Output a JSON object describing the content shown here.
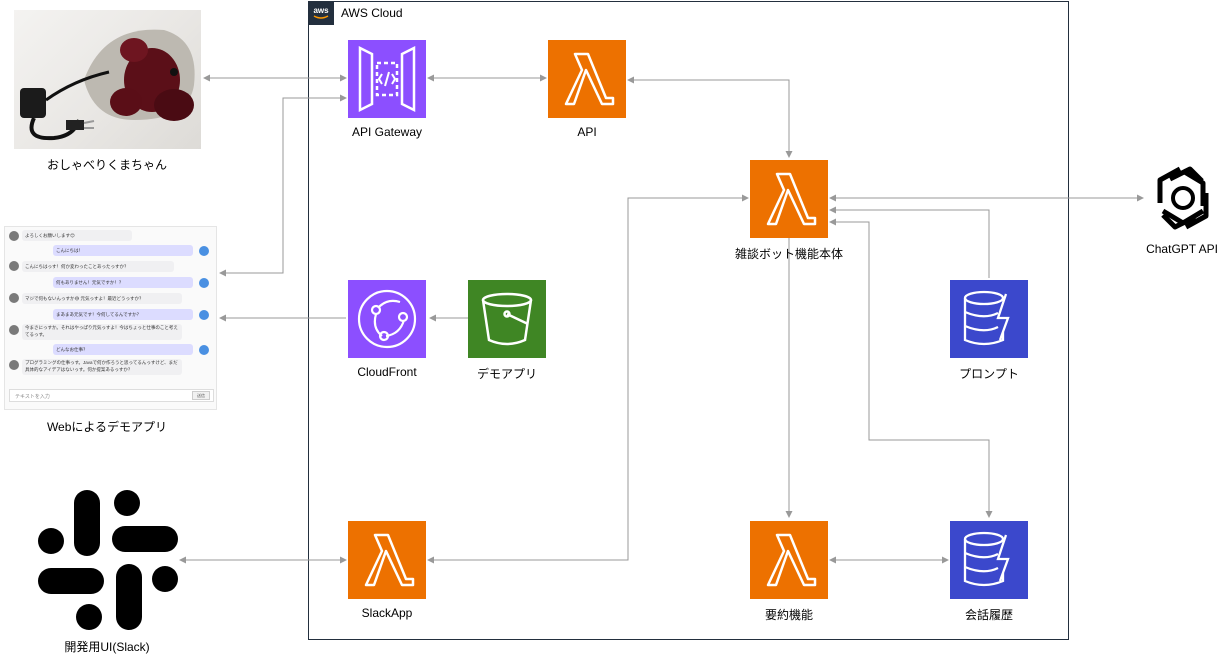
{
  "aws": {
    "title": "AWS Cloud"
  },
  "colors": {
    "lambda": "#ed7100",
    "api_gateway": "#8c4fff",
    "cloudfront": "#8c4fff",
    "s3": "#3f8624",
    "dynamodb": "#3b48cc",
    "arrow": "#999999"
  },
  "external": {
    "bear": {
      "label": "おしゃべりくまちゃん"
    },
    "web": {
      "label": "Webによるデモアプリ",
      "input_placeholder": "テキストを入力",
      "send_label": "送信",
      "messages": [
        {
          "side": "left",
          "text": "よろしくお願いします😊"
        },
        {
          "side": "right",
          "text": "こんにちは！"
        },
        {
          "side": "left",
          "text": "こんにちはっす！何か変わったことあったっすか？"
        },
        {
          "side": "right",
          "text": "何もありません！元気ですか！？"
        },
        {
          "side": "left",
          "text": "マジで何もないんっすか😅 元気っすよ！最近どうっすか？"
        },
        {
          "side": "right",
          "text": "まあまあ元気です！今何してるんですか？"
        },
        {
          "side": "left",
          "text": "今まさにっすか。それはやっぱり元気っすよ！今はちょっと仕事のこと考えてるっす。"
        },
        {
          "side": "right",
          "text": "どんなお仕事？"
        },
        {
          "side": "left",
          "text": "プログラミングの仕事っす。Javaで何か作ろうと思ってるんっすけど、まだ具体的なアイデアはないっす。何か提案あるっすか？"
        }
      ]
    },
    "slack": {
      "label": "開発用UI(Slack)"
    },
    "chatgpt": {
      "label": "ChatGPT API"
    }
  },
  "nodes": {
    "api_gateway": {
      "label": "API Gateway",
      "icon": "api-gateway-icon"
    },
    "api_lambda": {
      "label": "API",
      "icon": "lambda-icon"
    },
    "bot_lambda": {
      "label": "雑談ボット機能本体",
      "icon": "lambda-icon"
    },
    "cloudfront": {
      "label": "CloudFront",
      "icon": "cloudfront-icon"
    },
    "s3": {
      "label": "デモアプリ",
      "icon": "s3-bucket-icon"
    },
    "prompt_db": {
      "label": "プロンプト",
      "icon": "dynamodb-icon"
    },
    "slackapp": {
      "label": "SlackApp",
      "icon": "lambda-icon"
    },
    "summary_lambda": {
      "label": "要約機能",
      "icon": "lambda-icon"
    },
    "history_db": {
      "label": "会話履歴",
      "icon": "dynamodb-icon"
    }
  }
}
